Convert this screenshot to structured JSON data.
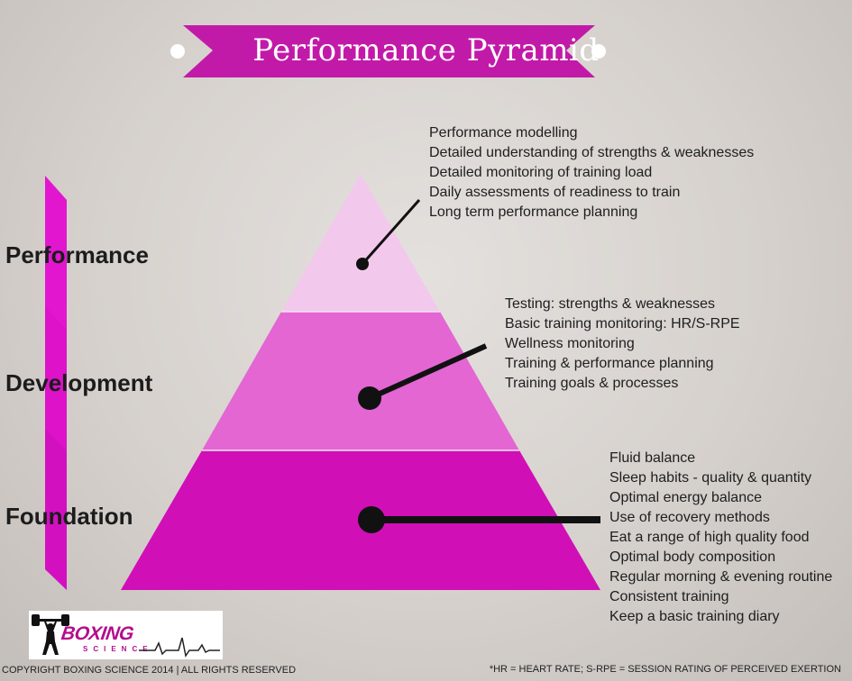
{
  "title": "Performance Pyramid",
  "colors": {
    "banner": "#c21aa8",
    "tier_top": "#f2c9ec",
    "tier_mid": "#e366d3",
    "tier_bottom": "#d10fb6",
    "side_arrow": "#e316d0"
  },
  "levels": [
    {
      "label": "Performance",
      "items": [
        "Performance modelling",
        "Detailed understanding of strengths & weaknesses",
        "Detailed monitoring of training load",
        "Daily assessments of readiness to train",
        "Long term performance planning"
      ]
    },
    {
      "label": "Development",
      "items": [
        "Testing: strengths & weaknesses",
        "Basic training monitoring: HR/S-RPE",
        "Wellness monitoring",
        "Training & performance planning",
        "Training goals & processes"
      ]
    },
    {
      "label": "Foundation",
      "items": [
        "Fluid balance",
        "Sleep habits - quality & quantity",
        "Optimal energy balance",
        "Use of recovery methods",
        "Eat a range of high quality food",
        "Optimal body composition",
        "Regular morning & evening routine",
        "Consistent training",
        "Keep a basic training diary"
      ]
    }
  ],
  "logo": {
    "word": "BOXING",
    "sub": "SCIENCE"
  },
  "footer": {
    "copyright": "COPYRIGHT BOXING SCIENCE 2014 | ALL RIGHTS RESERVED",
    "note": "*HR = HEART RATE; S-RPE = SESSION RATING OF PERCEIVED EXERTION"
  }
}
